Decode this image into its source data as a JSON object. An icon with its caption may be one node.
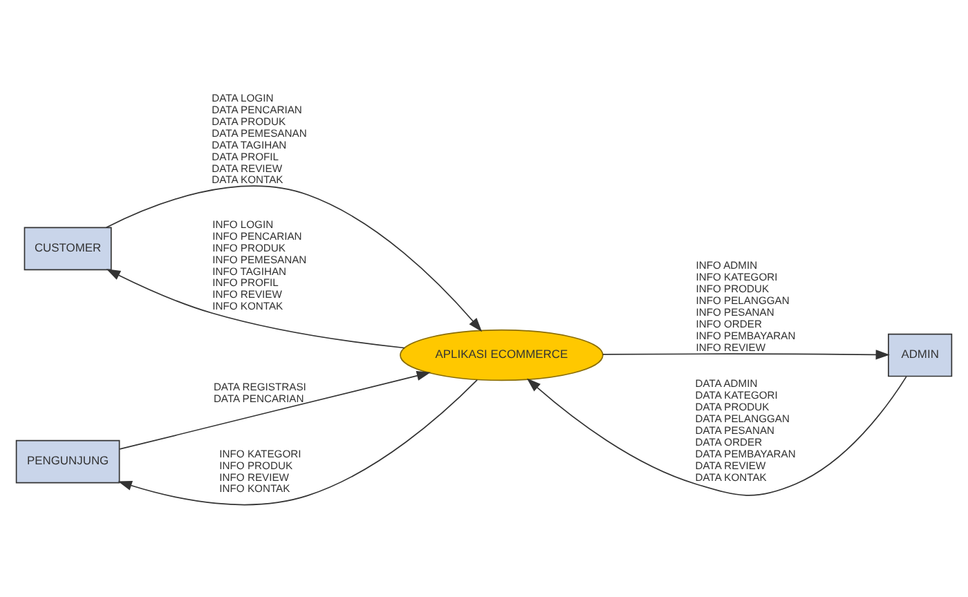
{
  "diagram": {
    "nodes": [
      {
        "text": [
          "CUSTOMER"
        ]
      },
      {
        "text": [
          "APLIKASI ECOMMERCE"
        ]
      },
      {
        "text": [
          "ADMIN"
        ]
      },
      {
        "text": [
          "PENGUNJUNG"
        ]
      }
    ],
    "edges": [
      {
        "from": 0,
        "to": 1,
        "arrow": "to",
        "label": "DATA LOGIN DATA PENCARIAN DATA PRODUK DATA PEMESANAN DATA TAGIHAN DATA PROFIL DATA REVIEW DATA KONTAK"
      },
      {
        "from": 1,
        "to": 0,
        "arrow": "to",
        "label": "INFO LOGIN INFO PENCARIAN INFO PRODUK INFO PEMESANAN INFO TAGIHAN INFO PROFIL INFO REVIEW INFO KONTAK"
      },
      {
        "from": 1,
        "to": 2,
        "arrow": "to",
        "label": "INFO ADMIN INFO KATEGORI INFO PRODUK INFO PELANGGAN INFO PESANAN INFO ORDER INFO PEMBAYARAN INFO REVIEW"
      },
      {
        "from": 3,
        "to": 1,
        "arrow": "to",
        "label": "DATA REGISTRASI DATA PENCARIAN"
      },
      {
        "from": 1,
        "to": 3,
        "arrow": "to",
        "label": "INFO KATEGORI INFO PRODUK INFO REVIEW INFO KONTAK"
      },
      {
        "from": 2,
        "to": 1,
        "arrow": "to",
        "label": "DATA ADMIN DATA KATEGORI DATA PRODUK DATA PELANGGAN DATA PESANAN DATA ORDER DATA PEMBAYARAN DATA REVIEW DATA KONTAK"
      }
    ]
  }
}
